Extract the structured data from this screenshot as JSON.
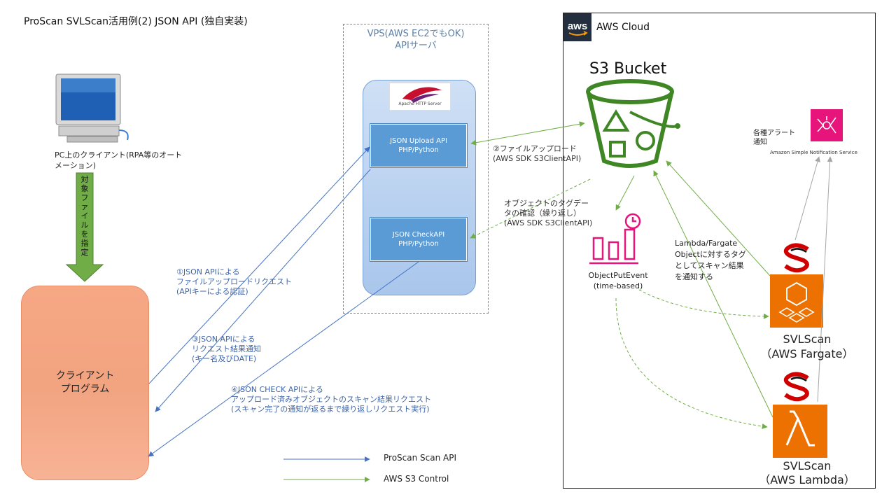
{
  "title": "ProScan SVLScan活用例(2) JSON API (独自実装)",
  "vps": {
    "label": "VPS(AWS EC2でもOK)\nAPIサーバ",
    "apache_text": "Apache HTTP Server",
    "upload_api": "JSON Upload API\nPHP/Python",
    "check_api": "JSON CheckAPI\nPHP/Python"
  },
  "aws": {
    "cloud_label": "AWS Cloud",
    "logo_text": "aws",
    "s3_label": "S3 Bucket",
    "sns_label": "Amazon Simple Notification Service",
    "alert_label": "各種アラート\n通知",
    "objput_label": "ObjectPutEvent\n(time-based)",
    "fargate_label": "SVLScan\n（AWS Fargate）",
    "lambda_label": "SVLScan\n（AWS Lambda）",
    "lambda_tag_label": "Lambda/Fargate\nObjectに対するタグ\nとしてスキャン結果\nを通知する",
    "colors": {
      "s3": "#3f8624",
      "sns": "#e7157b",
      "lambda": "#ed7100",
      "objput": "#e7157b"
    }
  },
  "client": {
    "pc_label": "PC上のクライアント(RPA等のオート\nメーション)",
    "target_file_label": "対象ファイルを指定",
    "program_label": "クライアント\nプログラム"
  },
  "edges": {
    "e1": "①JSON APIによる\nファイルアップロードリクエスト\n(APIキーによる認証)",
    "e2": "②ファイルアップロード\n(AWS SDK S3ClientAPI)",
    "e3": "③JSON APIによる\nリクエスト結果通知\n(キー名及びDATE)",
    "e4": "④JSON CHECK APIによる\nアップロード済みオブジェクトのスキャン結果リクエスト\n(スキャン完了の通知が返るまで繰り返しリクエスト実行)",
    "e5": "オブジェクトのタグデー\nタの確認（繰り返し）\n(AWS SDK S3ClientAPI)"
  },
  "legend": {
    "blue_label": "ProScan Scan API",
    "green_label": "AWS S3 Control",
    "blue_color": "#4472c4",
    "green_color": "#70ad47"
  }
}
